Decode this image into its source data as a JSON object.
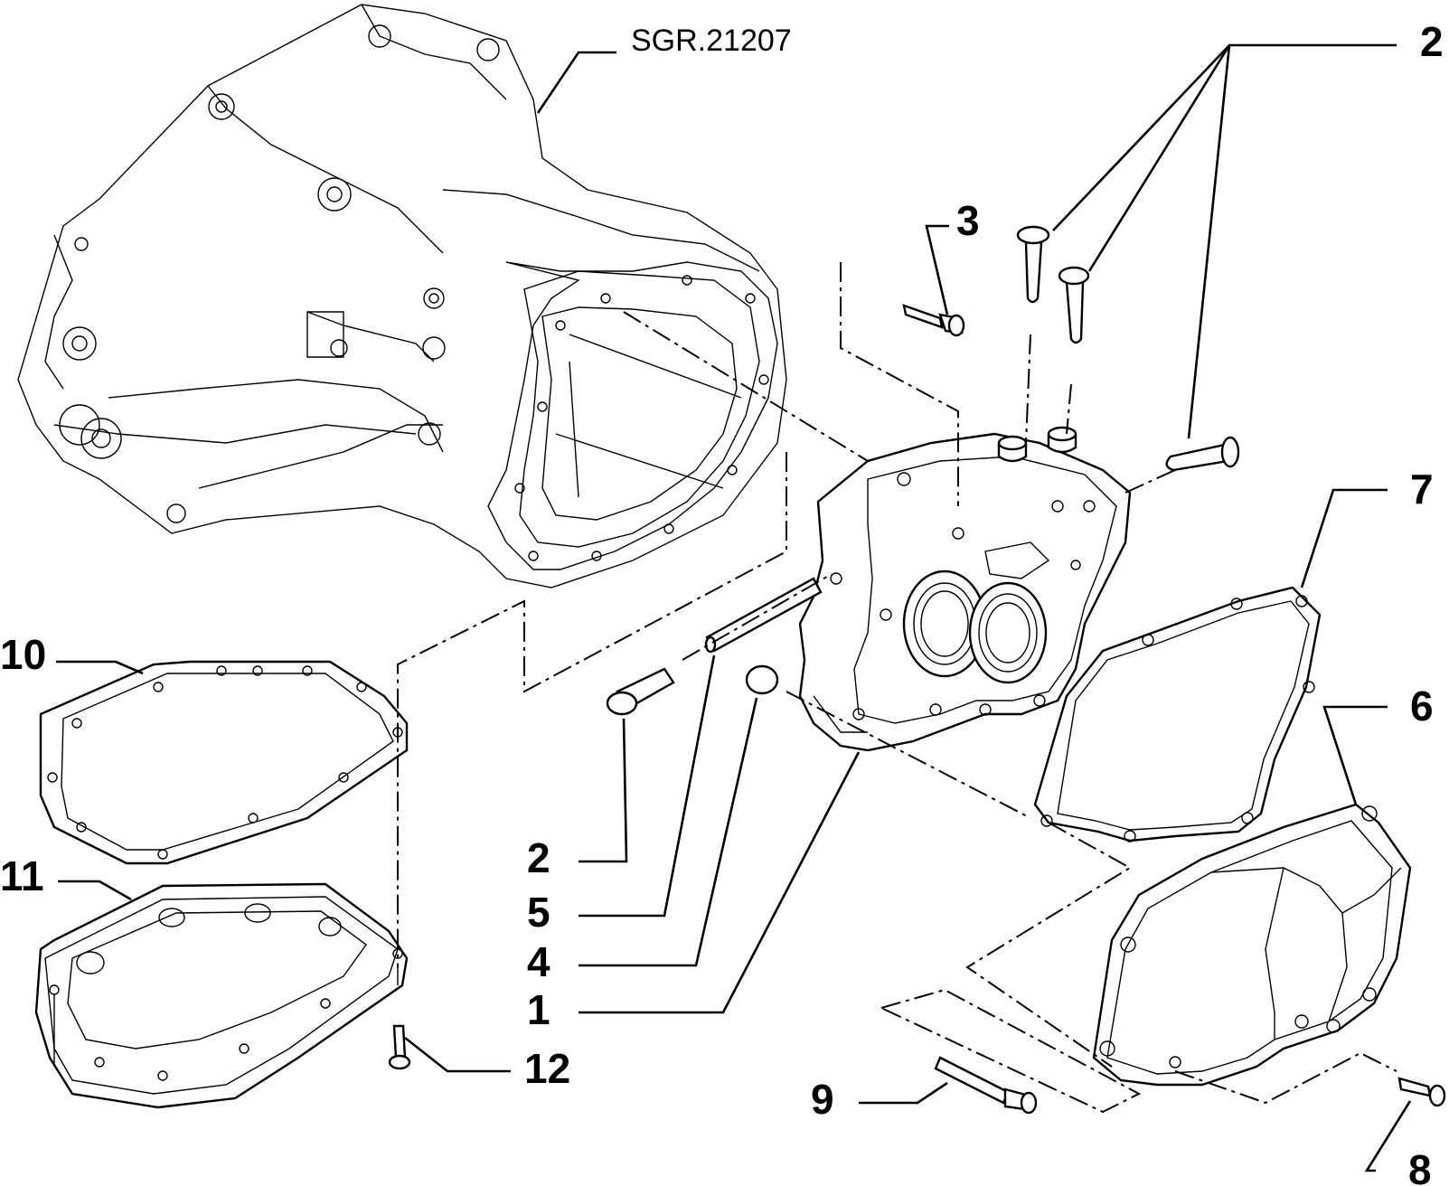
{
  "reference_code": "SGR.21207",
  "callouts": {
    "c1": "1",
    "c2_top": "2",
    "c2_bottom": "2",
    "c3": "3",
    "c4": "4",
    "c5": "5",
    "c6": "6",
    "c7": "7",
    "c8": "8",
    "c9": "9",
    "c10": "10",
    "c11": "11",
    "c12": "12"
  }
}
